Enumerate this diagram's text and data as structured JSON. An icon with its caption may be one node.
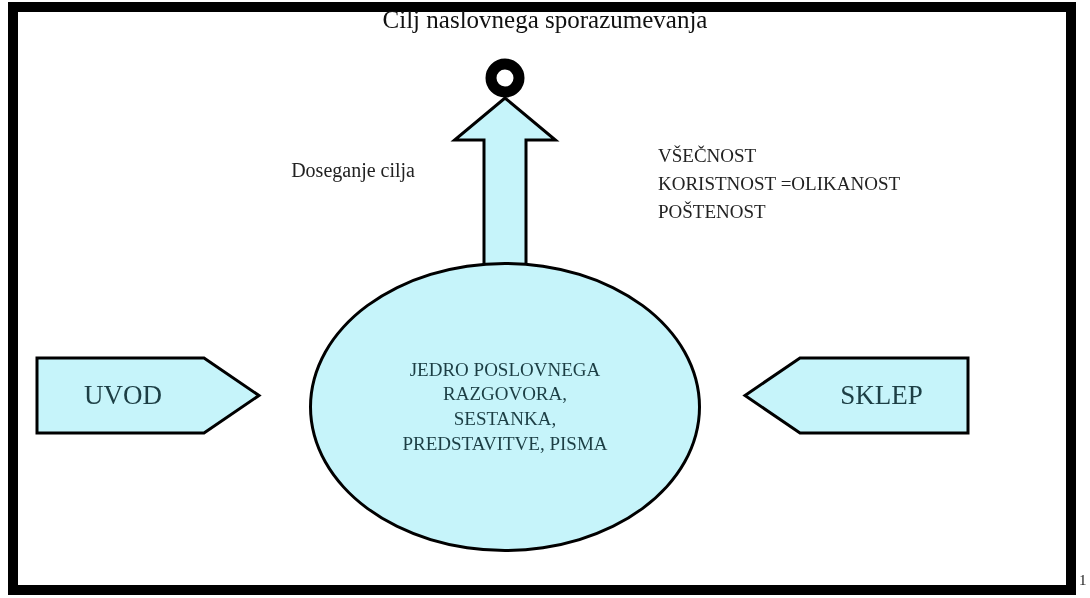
{
  "diagram": {
    "title": "Cilj naslovnega sporazumevanja",
    "nodes": [
      {
        "text": [],
        "shape": "circle"
      },
      {
        "text": [
          "UVOD"
        ]
      },
      {
        "text": [
          "JEDRO POSLOVNEGA RAZGOVORA, SESTANKA, PREDSTAVITVE, PISMA"
        ]
      },
      {
        "text": [
          "SKLEP"
        ]
      }
    ],
    "edges": [
      {
        "from": 2,
        "to": 0,
        "arrow": "to",
        "style": "thick",
        "label": "Doseganje cilja"
      }
    ],
    "labels": [
      "VŠEČNOST",
      "KORISTNOST =OLIKANOST",
      "POŠTENOST",
      "1"
    ]
  }
}
